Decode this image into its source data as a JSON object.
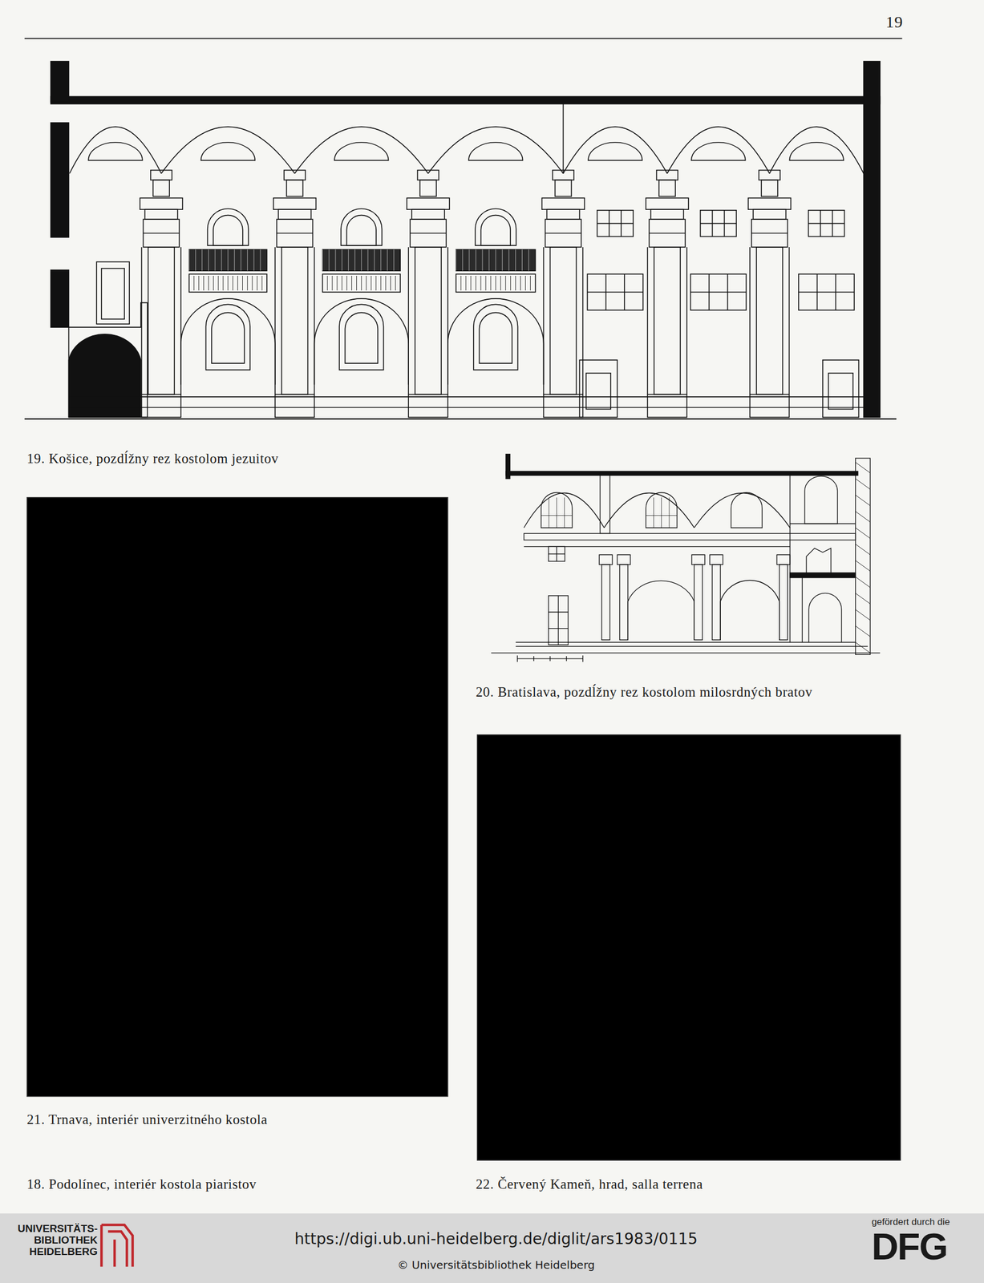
{
  "diagram": {
    "labels": [
      "19",
      "19. Košice, pozdĺžny rez kostolom jezuitov",
      "20. Bratislava, pozdĺžny rez kostolom milosrdných bratov",
      "21. Trnava, interiér univerzitného kostola",
      "18. Podolínec, interiér kostola piaristov",
      "22. Červený Kameň, hrad, salla terrena",
      "UNIVERSITÄTS- BIBLIOTHEK HEIDELBERG",
      "https://digi.ub.uni-heidelberg.de/diglit/ars1983/0115",
      "© Universitätsbibliothek Heidelberg",
      "gefördert durch die",
      "DFG"
    ]
  }
}
